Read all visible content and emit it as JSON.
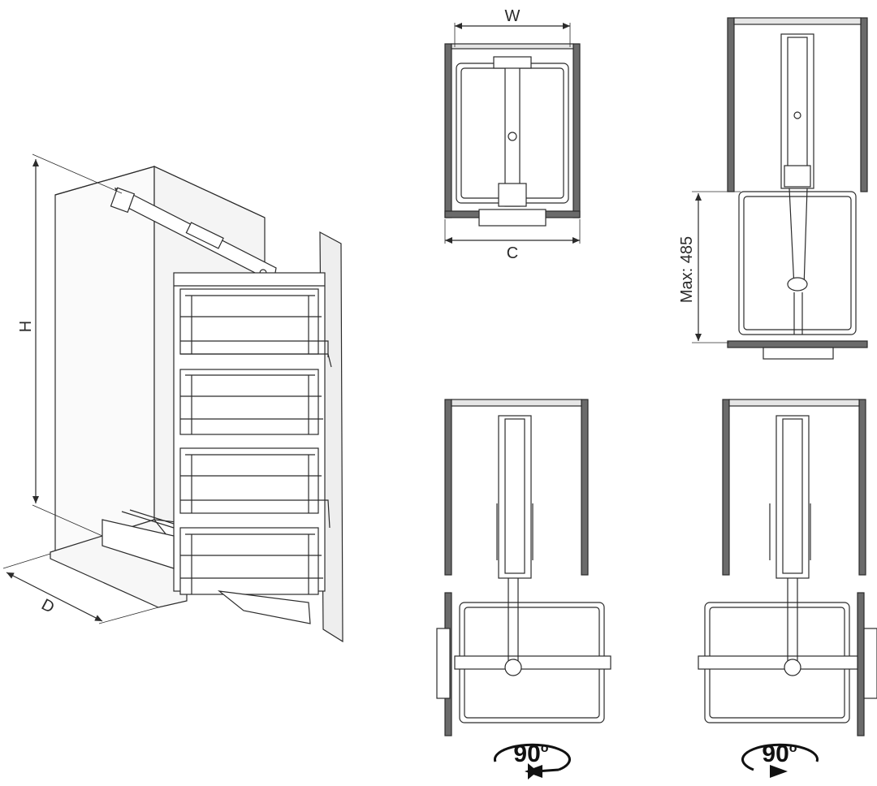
{
  "labels": {
    "height": "H",
    "depth": "D",
    "width": "W",
    "cabinet_width": "C",
    "max_extension": "Max: 485"
  },
  "rotation": {
    "left": "90",
    "right": "90",
    "degree_symbol": "o"
  },
  "colors": {
    "line": "#2b2b2b",
    "panel_dark": "#6b6b6b",
    "panel_light": "#e6e6e6",
    "basket_fill": "#ffffff"
  }
}
